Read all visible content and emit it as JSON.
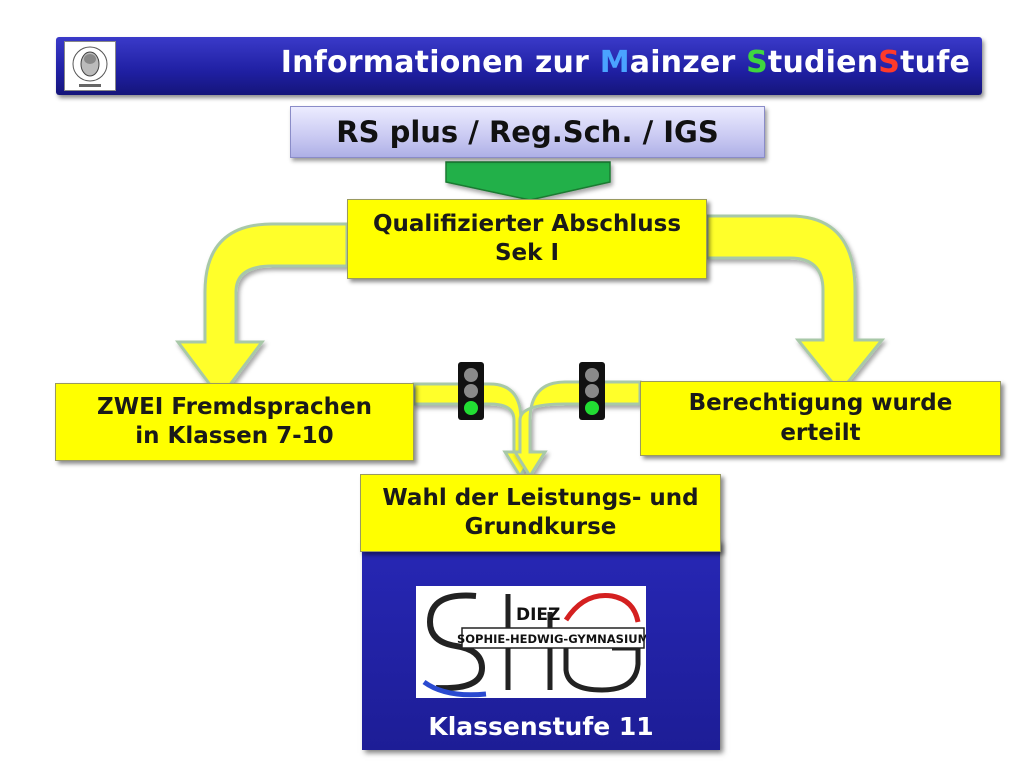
{
  "header": {
    "title_parts": [
      "Informationen zur ",
      "M",
      "ainzer ",
      "S",
      "tudien",
      "S",
      "tufe"
    ],
    "accent_blue": "#4aa3ff",
    "accent_green": "#3fd63f",
    "accent_red": "#ff3a2a",
    "logo_icon": "school-portrait-logo-icon"
  },
  "top_box": {
    "label": "RS plus / Reg.Sch. / IGS"
  },
  "qualifier_box": {
    "line1": "Qualifizierter Abschluss",
    "line2": "Sek I"
  },
  "left_box": {
    "line1": "ZWEI Fremdsprachen",
    "line2": "in Klassen 7-10"
  },
  "right_box": {
    "line1": "Berechtigung wurde",
    "line2": "erteilt"
  },
  "bottom_box": {
    "line1": "Wahl der Leistungs- und",
    "line2": "Grundkurse"
  },
  "school_logo": {
    "top_text": "DIEZ",
    "band_text": "SOPHIE-HEDWIG-GYMNASIUM",
    "letters": "SHG"
  },
  "footer_label": "Klassenstufe 11",
  "traffic_lights": {
    "state": "green",
    "icon": "traffic-light-icon"
  },
  "colors": {
    "box_fill": "#ffff00",
    "arrow_fill": "#ffff2a",
    "arrow_stroke": "#a8c8a8",
    "down_arrow": "#22b04a",
    "panel": "#1f1fa0"
  }
}
